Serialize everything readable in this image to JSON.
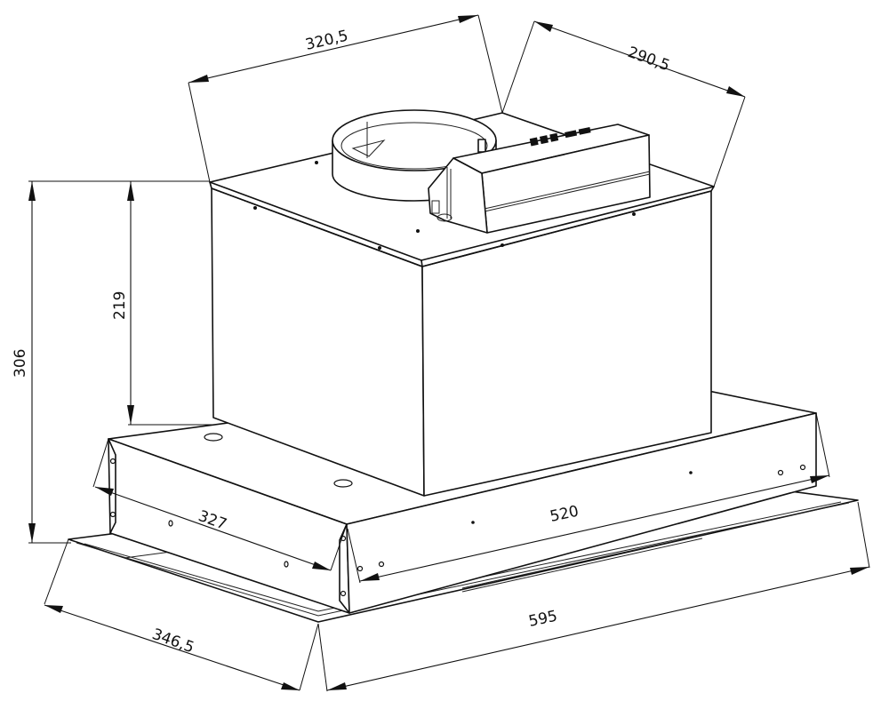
{
  "drawing": {
    "subject": "Built-in cooker hood with duct collar and control box",
    "view": "isometric",
    "units": "mm",
    "line_color": "#111111",
    "background": "#ffffff"
  },
  "dimensions": {
    "top_width": "320,5",
    "top_depth": "290,5",
    "total_height": "306",
    "upper_box_height": "219",
    "base_depth": "327",
    "base_width": "520",
    "frame_depth": "346,5",
    "frame_width": "595"
  },
  "components": {
    "upper_housing": "motor-housing",
    "duct_collar": "round-duct-collar",
    "control_box": "electronics-box",
    "base_body": "hood-body",
    "front_frame": "front-trim-frame"
  }
}
